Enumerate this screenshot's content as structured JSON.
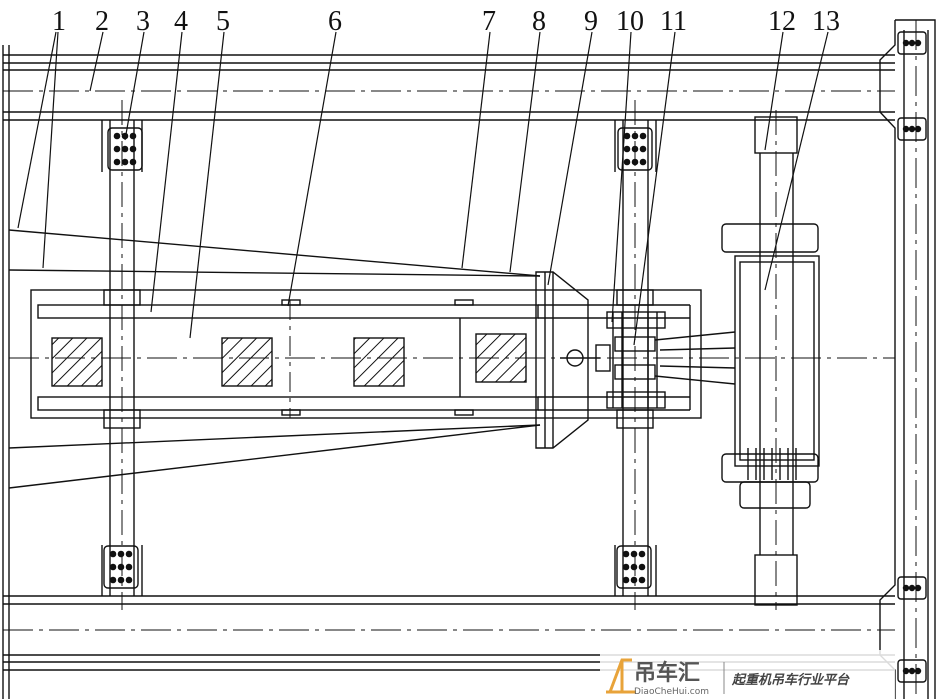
{
  "callouts": [
    "1",
    "2",
    "3",
    "4",
    "5",
    "6",
    "7",
    "8",
    "9",
    "10",
    "11",
    "12",
    "13"
  ],
  "watermark": {
    "brand": "吊车汇",
    "domain": "DiaoCheHui.com",
    "slogan": "起重机吊车行业平台"
  }
}
